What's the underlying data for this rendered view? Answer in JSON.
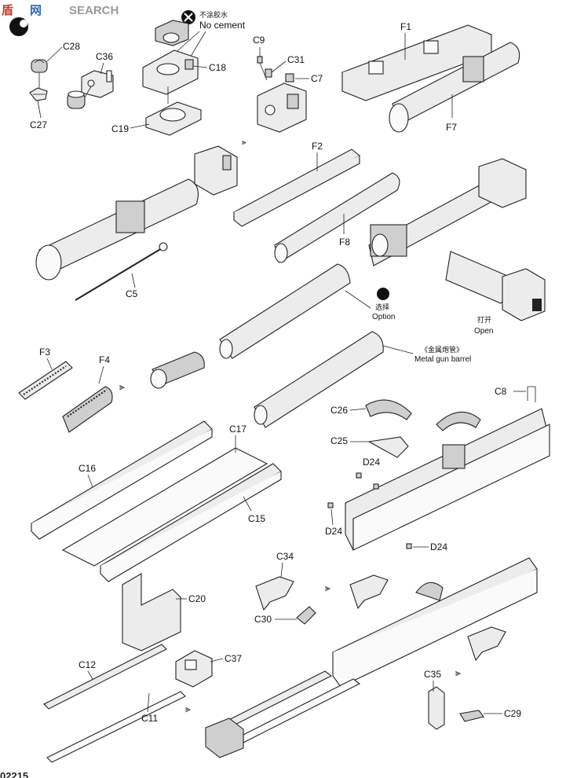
{
  "watermark": {
    "cn": "盾",
    "cn2": "网",
    "search": "SEARCH"
  },
  "notes": {
    "no_cement_cn": "不涂胶水",
    "no_cement_en": "No cement",
    "option_cn": "选择",
    "option_en": "Option",
    "metal_barrel_cn": "《金属炮管》",
    "metal_barrel_en": "Metal gun barrel",
    "open_cn": "打开",
    "open_en": "Open",
    "option_mark": "?"
  },
  "labels": {
    "C28": "C28",
    "C27": "C27",
    "C36": "C36",
    "C18": "C18",
    "C19": "C19",
    "C9": "C9",
    "C31": "C31",
    "C7": "C7",
    "F1": "F1",
    "F7": "F7",
    "F2": "F2",
    "F8": "F8",
    "C5": "C5",
    "F3": "F3",
    "F4": "F4",
    "C8": "C8",
    "C26": "C26",
    "C25": "C25",
    "D24a": "D24",
    "D24b": "D24",
    "D24c": "D24",
    "C16": "C16",
    "C17": "C17",
    "C15": "C15",
    "C20": "C20",
    "C34": "C34",
    "C30": "C30",
    "C12": "C12",
    "C37": "C37",
    "C11": "C11",
    "C35": "C35",
    "C29": "C29"
  },
  "page_number": "02215"
}
